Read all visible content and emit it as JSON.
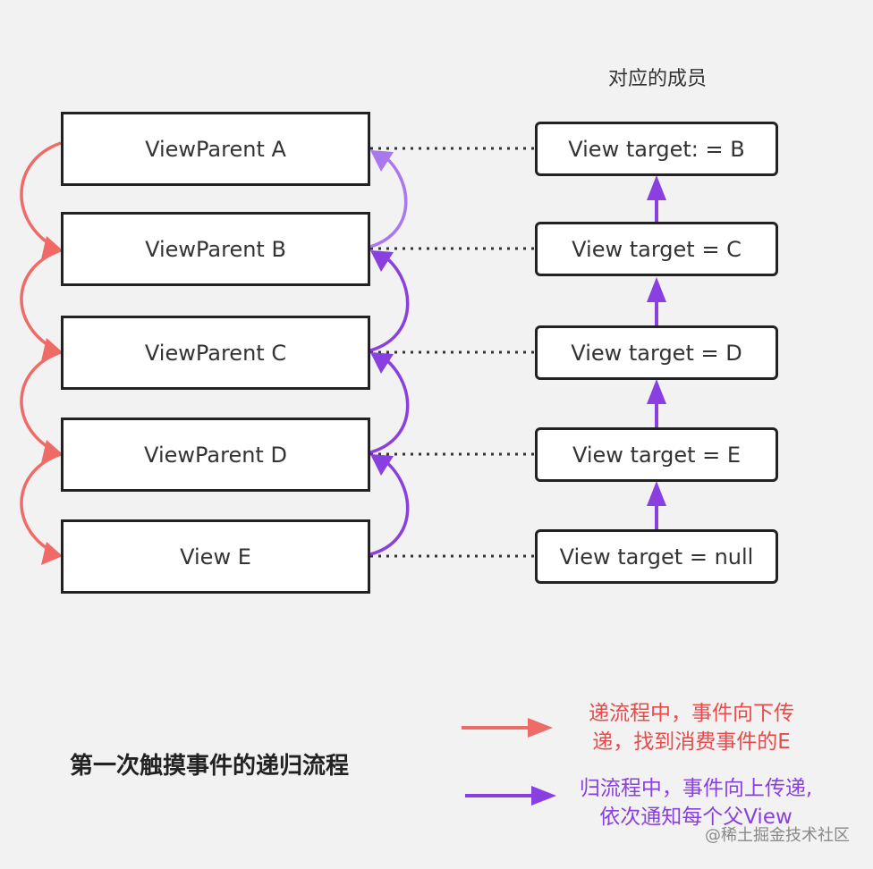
{
  "column_title": "对应的成员",
  "left_nodes": [
    {
      "label": "ViewParent A"
    },
    {
      "label": "ViewParent B"
    },
    {
      "label": "ViewParent C"
    },
    {
      "label": "ViewParent D"
    },
    {
      "label": "View E"
    }
  ],
  "right_nodes": [
    {
      "label": "View target: = B"
    },
    {
      "label": "View target = C"
    },
    {
      "label": "View target = D"
    },
    {
      "label": "View target = E"
    },
    {
      "label": "View target = null"
    }
  ],
  "caption": "第一次触摸事件的递归流程",
  "legend": {
    "down": {
      "line1": "递流程中，事件向下传",
      "line2": "递，找到消费事件的E",
      "color": "#ee6b67"
    },
    "up": {
      "line1": "归流程中，事件向上传递,",
      "line2": "依次通知每个父View",
      "color": "#8a3fe0"
    }
  },
  "watermark": "@稀土掘金技术社区"
}
